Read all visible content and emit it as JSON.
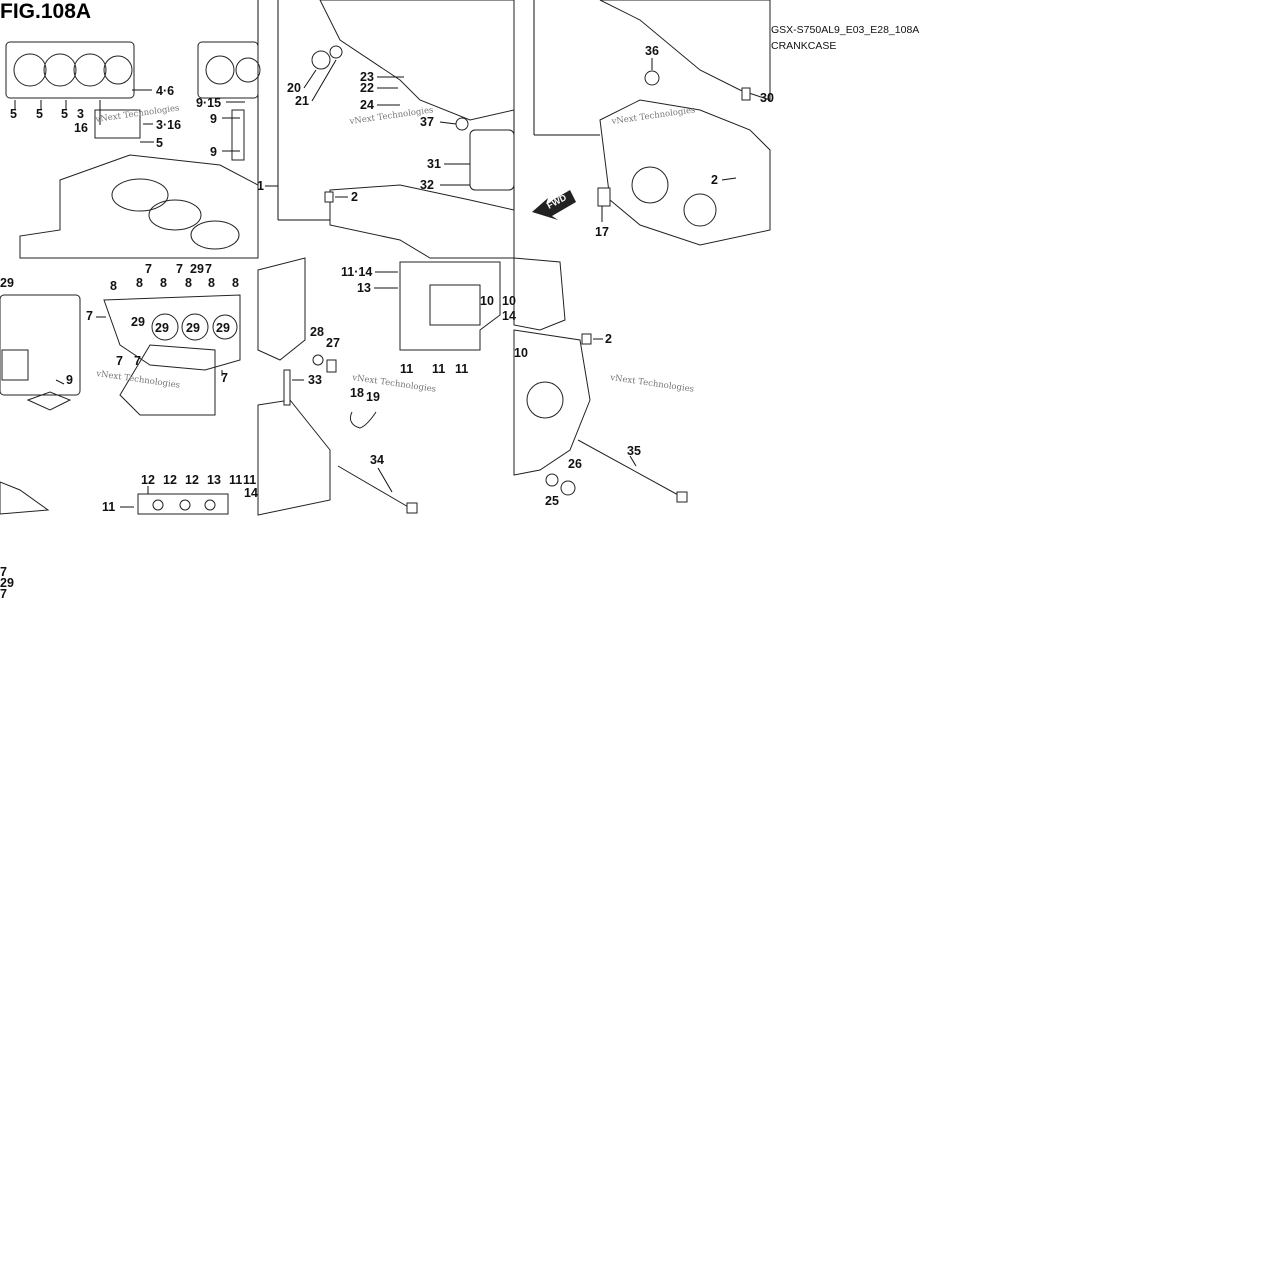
{
  "figure": {
    "title": "FIG.108A",
    "code": "GSX-S750AL9_E03_E28_108A",
    "name": "CRANKCASE",
    "watermark": "vNext Technologies",
    "fwd_label": "FWD"
  },
  "panels": {
    "p1": [
      "5",
      "5",
      "5",
      "3",
      "16",
      "4·6",
      "9·15",
      "9",
      "9",
      "3·16",
      "5"
    ],
    "p2": [
      "20",
      "21",
      "23",
      "22",
      "24",
      "37",
      "31",
      "32",
      "2",
      "1"
    ],
    "p3": [
      "36",
      "30",
      "2",
      "17"
    ],
    "p4": [
      "29",
      "8",
      "7",
      "29",
      "7",
      "8",
      "8",
      "29",
      "7",
      "8",
      "7",
      "29",
      "29",
      "29",
      "7",
      "7",
      "7",
      "9"
    ],
    "p5": [
      "11·14",
      "13",
      "10",
      "28",
      "27",
      "33",
      "18",
      "19",
      "11",
      "11",
      "11",
      "34"
    ],
    "p6": [
      "10",
      "14",
      "10",
      "2",
      "35",
      "26",
      "25"
    ],
    "p7": [
      "12",
      "12",
      "12",
      "13",
      "11",
      "11",
      "11",
      "14"
    ],
    "p8": [
      "7",
      "29",
      "7"
    ]
  }
}
